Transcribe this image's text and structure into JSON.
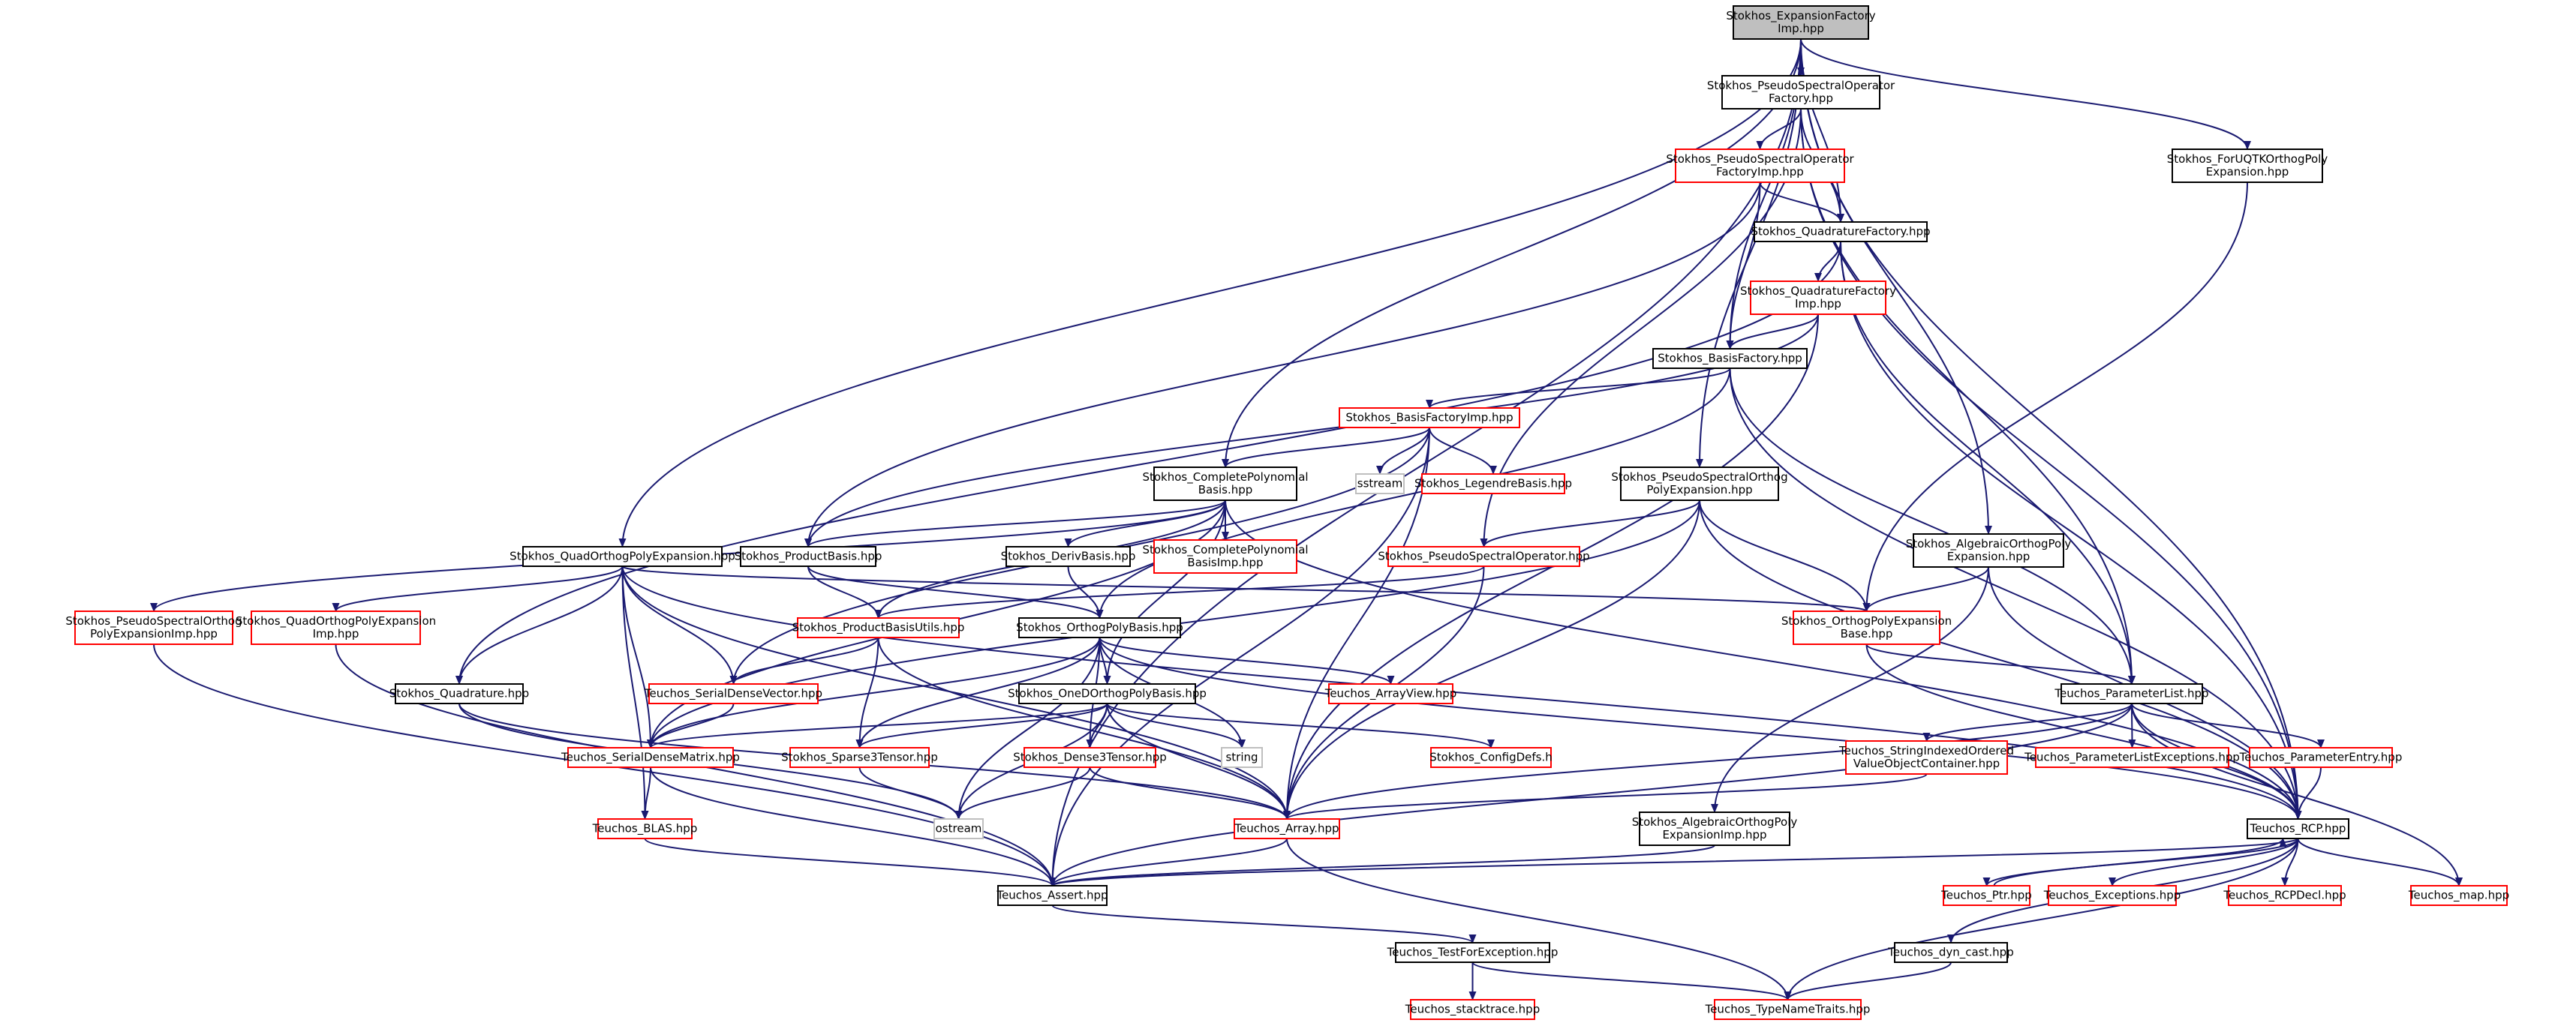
{
  "colors": {
    "edge": "#191970",
    "black_border": "#000000",
    "red_border": "#ff0000",
    "gray_border": "#bfbfbf",
    "root_fill": "#bfbfbf",
    "node_fill": "#ffffff",
    "text": "#000000"
  },
  "nodes": [
    {
      "id": "root",
      "style": "root",
      "lines": [
        "Stokhos_ExpansionFactory",
        "Imp.hpp"
      ]
    },
    {
      "id": "psof",
      "style": "black",
      "lines": [
        "Stokhos_PseudoSpectralOperator",
        "Factory.hpp"
      ]
    },
    {
      "id": "fuqtk",
      "style": "black",
      "lines": [
        "Stokhos_ForUQTKOrthogPoly",
        "Expansion.hpp"
      ]
    },
    {
      "id": "psofi",
      "style": "red",
      "lines": [
        "Stokhos_PseudoSpectralOperator",
        "FactoryImp.hpp"
      ]
    },
    {
      "id": "qf",
      "style": "black",
      "lines": [
        "Stokhos_QuadratureFactory.hpp"
      ]
    },
    {
      "id": "qfi",
      "style": "red",
      "lines": [
        "Stokhos_QuadratureFactory",
        "Imp.hpp"
      ]
    },
    {
      "id": "bf",
      "style": "black",
      "lines": [
        "Stokhos_BasisFactory.hpp"
      ]
    },
    {
      "id": "bfi",
      "style": "red",
      "lines": [
        "Stokhos_BasisFactoryImp.hpp"
      ]
    },
    {
      "id": "cpb",
      "style": "black",
      "lines": [
        "Stokhos_CompletePolynomial",
        "Basis.hpp"
      ]
    },
    {
      "id": "sstream",
      "style": "gray",
      "lines": [
        "sstream"
      ]
    },
    {
      "id": "leg",
      "style": "red",
      "lines": [
        "Stokhos_LegendreBasis.hpp"
      ]
    },
    {
      "id": "psope",
      "style": "black",
      "lines": [
        "Stokhos_PseudoSpectralOrthog",
        "PolyExpansion.hpp"
      ]
    },
    {
      "id": "aope",
      "style": "black",
      "lines": [
        "Stokhos_AlgebraicOrthogPoly",
        "Expansion.hpp"
      ]
    },
    {
      "id": "qope",
      "style": "black",
      "lines": [
        "Stokhos_QuadOrthogPolyExpansion.hpp"
      ]
    },
    {
      "id": "pb",
      "style": "black",
      "lines": [
        "Stokhos_ProductBasis.hpp"
      ]
    },
    {
      "id": "db",
      "style": "black",
      "lines": [
        "Stokhos_DerivBasis.hpp"
      ]
    },
    {
      "id": "cpbi",
      "style": "red",
      "lines": [
        "Stokhos_CompletePolynomial",
        "BasisImp.hpp"
      ]
    },
    {
      "id": "pso",
      "style": "red",
      "lines": [
        "Stokhos_PseudoSpectralOperator.hpp"
      ]
    },
    {
      "id": "psopei",
      "style": "red",
      "lines": [
        "Stokhos_PseudoSpectralOrthog",
        "PolyExpansionImp.hpp"
      ]
    },
    {
      "id": "qopei",
      "style": "red",
      "lines": [
        "Stokhos_QuadOrthogPolyExpansion",
        "Imp.hpp"
      ]
    },
    {
      "id": "pbu",
      "style": "red",
      "lines": [
        "Stokhos_ProductBasisUtils.hpp"
      ]
    },
    {
      "id": "opb",
      "style": "black",
      "lines": [
        "Stokhos_OrthogPolyBasis.hpp"
      ]
    },
    {
      "id": "opeb",
      "style": "red",
      "lines": [
        "Stokhos_OrthogPolyExpansion",
        "Base.hpp"
      ]
    },
    {
      "id": "quad",
      "style": "black",
      "lines": [
        "Stokhos_Quadrature.hpp"
      ]
    },
    {
      "id": "sdv",
      "style": "red",
      "lines": [
        "Teuchos_SerialDenseVector.hpp"
      ]
    },
    {
      "id": "av",
      "style": "red",
      "lines": [
        "Teuchos_ArrayView.hpp"
      ]
    },
    {
      "id": "pl",
      "style": "black",
      "lines": [
        "Teuchos_ParameterList.hpp"
      ]
    },
    {
      "id": "oneD",
      "style": "black",
      "lines": [
        "Stokhos_OneDOrthogPolyBasis.hpp"
      ]
    },
    {
      "id": "sdm",
      "style": "red",
      "lines": [
        "Teuchos_SerialDenseMatrix.hpp"
      ]
    },
    {
      "id": "s3t",
      "style": "red",
      "lines": [
        "Stokhos_Sparse3Tensor.hpp"
      ]
    },
    {
      "id": "d3t",
      "style": "red",
      "lines": [
        "Stokhos_Dense3Tensor.hpp"
      ]
    },
    {
      "id": "string",
      "style": "gray",
      "lines": [
        "string"
      ]
    },
    {
      "id": "cfg",
      "style": "red",
      "lines": [
        "Stokhos_ConfigDefs.h"
      ]
    },
    {
      "id": "sioc",
      "style": "red",
      "lines": [
        "Teuchos_StringIndexedOrdered",
        "ValueObjectContainer.hpp"
      ]
    },
    {
      "id": "ple",
      "style": "red",
      "lines": [
        "Teuchos_ParameterListExceptions.hpp"
      ]
    },
    {
      "id": "pe",
      "style": "red",
      "lines": [
        "Teuchos_ParameterEntry.hpp"
      ]
    },
    {
      "id": "blas",
      "style": "red",
      "lines": [
        "Teuchos_BLAS.hpp"
      ]
    },
    {
      "id": "ostream",
      "style": "gray",
      "lines": [
        "ostream"
      ]
    },
    {
      "id": "arr",
      "style": "red",
      "lines": [
        "Teuchos_Array.hpp"
      ]
    },
    {
      "id": "aopei",
      "style": "black",
      "lines": [
        "Stokhos_AlgebraicOrthogPoly",
        "ExpansionImp.hpp"
      ]
    },
    {
      "id": "rcp",
      "style": "black",
      "lines": [
        "Teuchos_RCP.hpp"
      ]
    },
    {
      "id": "assert",
      "style": "black",
      "lines": [
        "Teuchos_Assert.hpp"
      ]
    },
    {
      "id": "ptr",
      "style": "red",
      "lines": [
        "Teuchos_Ptr.hpp"
      ]
    },
    {
      "id": "exc",
      "style": "red",
      "lines": [
        "Teuchos_Exceptions.hpp"
      ]
    },
    {
      "id": "rcpdecl",
      "style": "red",
      "lines": [
        "Teuchos_RCPDecl.hpp"
      ]
    },
    {
      "id": "map",
      "style": "red",
      "lines": [
        "Teuchos_map.hpp"
      ]
    },
    {
      "id": "tfe",
      "style": "black",
      "lines": [
        "Teuchos_TestForException.hpp"
      ]
    },
    {
      "id": "dyn",
      "style": "black",
      "lines": [
        "Teuchos_dyn_cast.hpp"
      ]
    },
    {
      "id": "stack",
      "style": "red",
      "lines": [
        "Teuchos_stacktrace.hpp"
      ]
    },
    {
      "id": "tnt",
      "style": "red",
      "lines": [
        "Teuchos_TypeNameTraits.hpp"
      ]
    }
  ],
  "edges": [
    [
      "root",
      "psof"
    ],
    [
      "root",
      "fuqtk"
    ],
    [
      "root",
      "qf"
    ],
    [
      "root",
      "bf"
    ],
    [
      "root",
      "cpb"
    ],
    [
      "root",
      "psope"
    ],
    [
      "root",
      "aope"
    ],
    [
      "root",
      "qope"
    ],
    [
      "root",
      "rcp"
    ],
    [
      "root",
      "assert"
    ],
    [
      "psof",
      "psofi"
    ],
    [
      "psof",
      "qf"
    ],
    [
      "psof",
      "pso"
    ],
    [
      "psof",
      "pl"
    ],
    [
      "psof",
      "rcp"
    ],
    [
      "psofi",
      "qf"
    ],
    [
      "psofi",
      "bf"
    ],
    [
      "psofi",
      "pb"
    ],
    [
      "fuqtk",
      "opeb"
    ],
    [
      "qf",
      "qfi"
    ],
    [
      "qf",
      "quad"
    ],
    [
      "qf",
      "pl"
    ],
    [
      "qf",
      "rcp"
    ],
    [
      "qfi",
      "bf"
    ],
    [
      "qfi",
      "pb"
    ],
    [
      "qfi",
      "arr"
    ],
    [
      "bf",
      "bfi"
    ],
    [
      "bf",
      "opb"
    ],
    [
      "bf",
      "pl"
    ],
    [
      "bf",
      "rcp"
    ],
    [
      "bfi",
      "cpb"
    ],
    [
      "bfi",
      "sstream"
    ],
    [
      "bfi",
      "leg"
    ],
    [
      "bfi",
      "sdv"
    ],
    [
      "bfi",
      "assert"
    ],
    [
      "bfi",
      "arr"
    ],
    [
      "cpb",
      "pb"
    ],
    [
      "cpb",
      "db"
    ],
    [
      "cpb",
      "cpbi"
    ],
    [
      "cpb",
      "pbu"
    ],
    [
      "cpb",
      "oneD"
    ],
    [
      "cpb",
      "sdm"
    ],
    [
      "cpb",
      "rcp"
    ],
    [
      "cpb",
      "psopei"
    ],
    [
      "psope",
      "pso"
    ],
    [
      "psope",
      "opeb"
    ],
    [
      "psope",
      "arr"
    ],
    [
      "psope",
      "rcp"
    ],
    [
      "psope",
      "sdm"
    ],
    [
      "aope",
      "opeb"
    ],
    [
      "aope",
      "aopei"
    ],
    [
      "aope",
      "rcp"
    ],
    [
      "qope",
      "opeb"
    ],
    [
      "qope",
      "qopei"
    ],
    [
      "qope",
      "quad"
    ],
    [
      "qope",
      "sdv"
    ],
    [
      "qope",
      "sdm"
    ],
    [
      "qope",
      "blas"
    ],
    [
      "qope",
      "arr"
    ],
    [
      "qope",
      "rcp"
    ],
    [
      "pb",
      "pbu"
    ],
    [
      "pb",
      "opb"
    ],
    [
      "db",
      "opb"
    ],
    [
      "pso",
      "pbu"
    ],
    [
      "pso",
      "arr"
    ],
    [
      "psopei",
      "assert"
    ],
    [
      "qopei",
      "assert"
    ],
    [
      "pbu",
      "sdv"
    ],
    [
      "pbu",
      "s3t"
    ],
    [
      "pbu",
      "arr"
    ],
    [
      "opb",
      "oneD"
    ],
    [
      "opb",
      "s3t"
    ],
    [
      "opb",
      "d3t"
    ],
    [
      "opb",
      "av"
    ],
    [
      "opb",
      "sdm"
    ],
    [
      "opb",
      "string"
    ],
    [
      "opb",
      "ostream"
    ],
    [
      "opb",
      "rcp"
    ],
    [
      "opeb",
      "pl"
    ],
    [
      "opeb",
      "rcp"
    ],
    [
      "quad",
      "arr"
    ],
    [
      "quad",
      "ostream"
    ],
    [
      "sdv",
      "sdm"
    ],
    [
      "pl",
      "sioc"
    ],
    [
      "pl",
      "ple"
    ],
    [
      "pl",
      "pe"
    ],
    [
      "pl",
      "rcp"
    ],
    [
      "pl",
      "map"
    ],
    [
      "pl",
      "arr"
    ],
    [
      "pl",
      "assert"
    ],
    [
      "oneD",
      "sdm"
    ],
    [
      "oneD",
      "s3t"
    ],
    [
      "oneD",
      "d3t"
    ],
    [
      "oneD",
      "string"
    ],
    [
      "oneD",
      "ostream"
    ],
    [
      "oneD",
      "arr"
    ],
    [
      "oneD",
      "cfg"
    ],
    [
      "sdm",
      "blas"
    ],
    [
      "sdm",
      "assert"
    ],
    [
      "s3t",
      "ostream"
    ],
    [
      "d3t",
      "ostream"
    ],
    [
      "d3t",
      "arr"
    ],
    [
      "sioc",
      "arr"
    ],
    [
      "pe",
      "rcp"
    ],
    [
      "blas",
      "assert"
    ],
    [
      "arr",
      "assert"
    ],
    [
      "arr",
      "tnt"
    ],
    [
      "aopei",
      "assert"
    ],
    [
      "rcp",
      "assert"
    ],
    [
      "rcp",
      "ptr"
    ],
    [
      "rcp",
      "exc"
    ],
    [
      "rcp",
      "rcpdecl"
    ],
    [
      "rcp",
      "map"
    ],
    [
      "rcp",
      "dyn"
    ],
    [
      "rcp",
      "tnt"
    ],
    [
      "ptr",
      "rcp"
    ],
    [
      "assert",
      "tfe"
    ],
    [
      "tfe",
      "stack"
    ],
    [
      "tfe",
      "tnt"
    ],
    [
      "dyn",
      "tnt"
    ]
  ]
}
